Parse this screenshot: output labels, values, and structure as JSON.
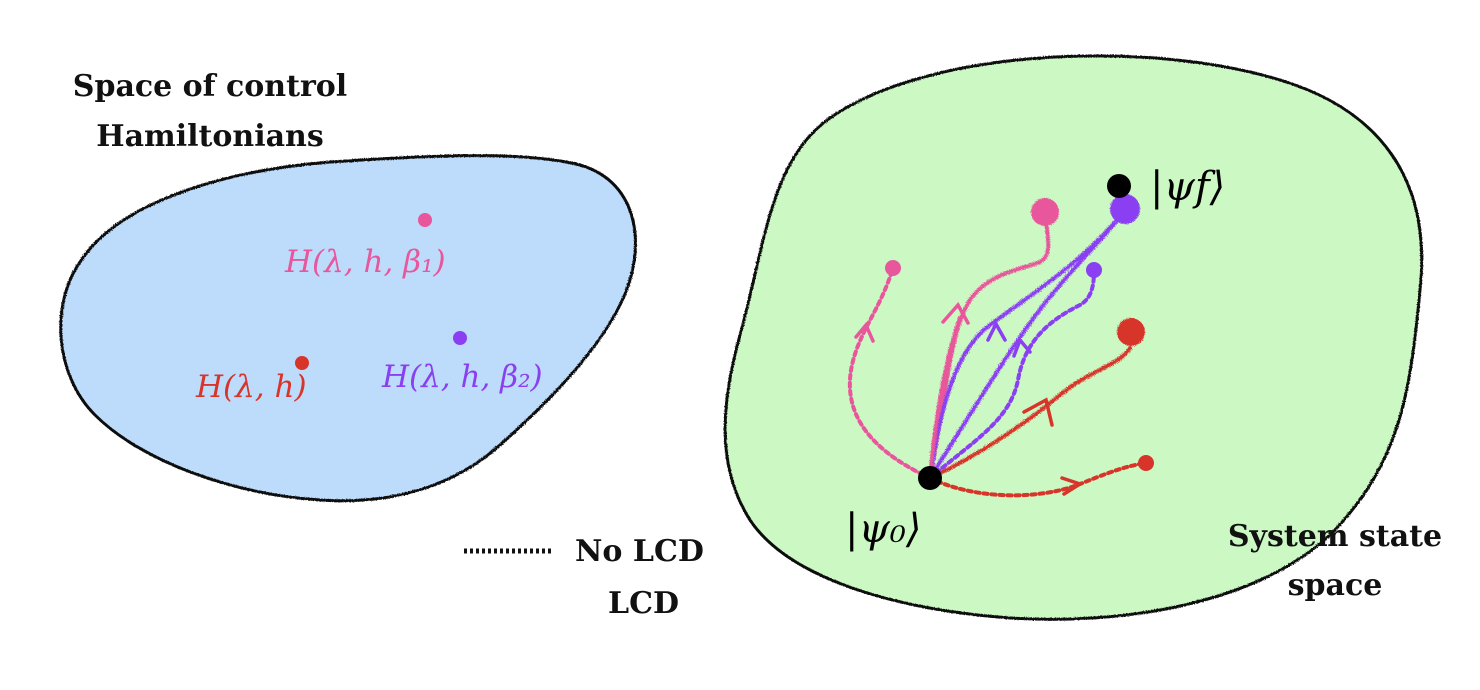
{
  "left_panel": {
    "title_line1": "Space of control",
    "title_line2": "Hamiltonians",
    "fill_color": "#bddbfb",
    "points": [
      {
        "name": "pink-point",
        "label_text": "H(λ, h, β₁)",
        "color": "#e8579b"
      },
      {
        "name": "red-point",
        "label_text": "H(λ, h)",
        "color": "#d7352a"
      },
      {
        "name": "purple-point",
        "label_text": "H(λ, h, β₂)",
        "color": "#8a3ff2"
      }
    ]
  },
  "right_panel": {
    "title_line1": "System state",
    "title_line2": "space",
    "fill_color": "#ccf8c4",
    "initial_state": "|ψ₀⟩",
    "final_state": "|ψf⟩"
  },
  "legend": {
    "dotted_label": "No LCD",
    "solid_label": "LCD"
  },
  "colors": {
    "pink": "#e8579b",
    "red": "#d7352a",
    "purple": "#8a3ff2",
    "outline": "#111111"
  }
}
